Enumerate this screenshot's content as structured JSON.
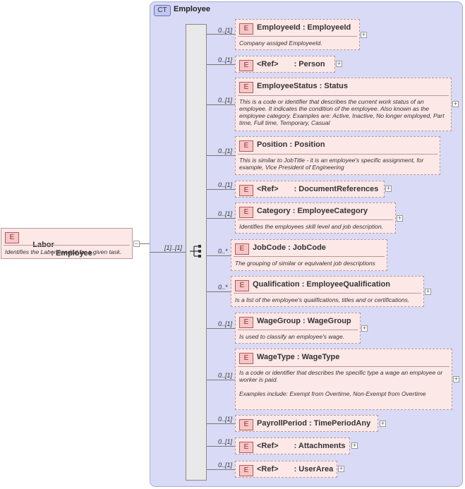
{
  "root": {
    "badge": "E",
    "name": "Labor",
    "type": ": Employee",
    "doc": "Identifies the Labor needed for a given task.",
    "collapse": "−"
  },
  "complex_type": {
    "badge": "CT",
    "name": "Employee"
  },
  "sequence": {
    "cardinality": "[1]..[1]"
  },
  "elements": [
    {
      "card": "0..[1]",
      "badge": "E",
      "name": "EmployeeId",
      "type": ": EmployeeId",
      "doc": "Company assiged EmployeeId."
    },
    {
      "card": "0..[1]",
      "badge": "E",
      "name": "<Ref>",
      "type": ": Person",
      "doc": ""
    },
    {
      "card": "0..[1]",
      "badge": "E",
      "name": "EmployeeStatus",
      "type": ": Status",
      "doc": "This is a code or identifier that describes the current work status of an employee.  It indicates the condition of the employee. Also known as the employee category. Examples are: Active, Inactive, No longer employed, Part time, Full time, Temporary, Casual"
    },
    {
      "card": "0..[1]",
      "badge": "E",
      "name": "Position",
      "type": ": Position",
      "doc": "This is similar to JobTitle - it is an employee's specific assignment, for example, Vice President of Engineering"
    },
    {
      "card": "0..[1]",
      "badge": "E",
      "name": "<Ref>",
      "type": ": DocumentReferences",
      "doc": ""
    },
    {
      "card": "0..[1]",
      "badge": "E",
      "name": "Category",
      "type": ": EmployeeCategory",
      "doc": "Identifies the employees skill level and job description."
    },
    {
      "card": "0..*",
      "badge": "E",
      "name": "JobCode",
      "type": ": JobCode",
      "doc": "The grouping of similar or equivalent job descriptions"
    },
    {
      "card": "0..*",
      "badge": "E",
      "name": "Qualification",
      "type": ": EmployeeQualification",
      "doc": "Is a list of the employee's qualifications, titles and or certifications."
    },
    {
      "card": "0..[1]",
      "badge": "E",
      "name": "WageGroup",
      "type": ": WageGroup",
      "doc": "Is used to classify an employee's wage."
    },
    {
      "card": "0..[1]",
      "badge": "E",
      "name": "WageType",
      "type": ": WageType",
      "doc": "Is a code or identifier that describes the specific type a wage an employee or worker is paid.\n\nExamples include:            Exempt from Overtime, Non-Exempt from Overtime"
    },
    {
      "card": "0..[1]",
      "badge": "E",
      "name": "PayrollPeriod",
      "type": ": TimePeriodAny",
      "doc": ""
    },
    {
      "card": "0..[1]",
      "badge": "E",
      "name": "<Ref>",
      "type": ": Attachments",
      "doc": ""
    },
    {
      "card": "0..[1]",
      "badge": "E",
      "name": "<Ref>",
      "type": ": UserArea",
      "doc": ""
    }
  ],
  "expand_glyph": "+"
}
